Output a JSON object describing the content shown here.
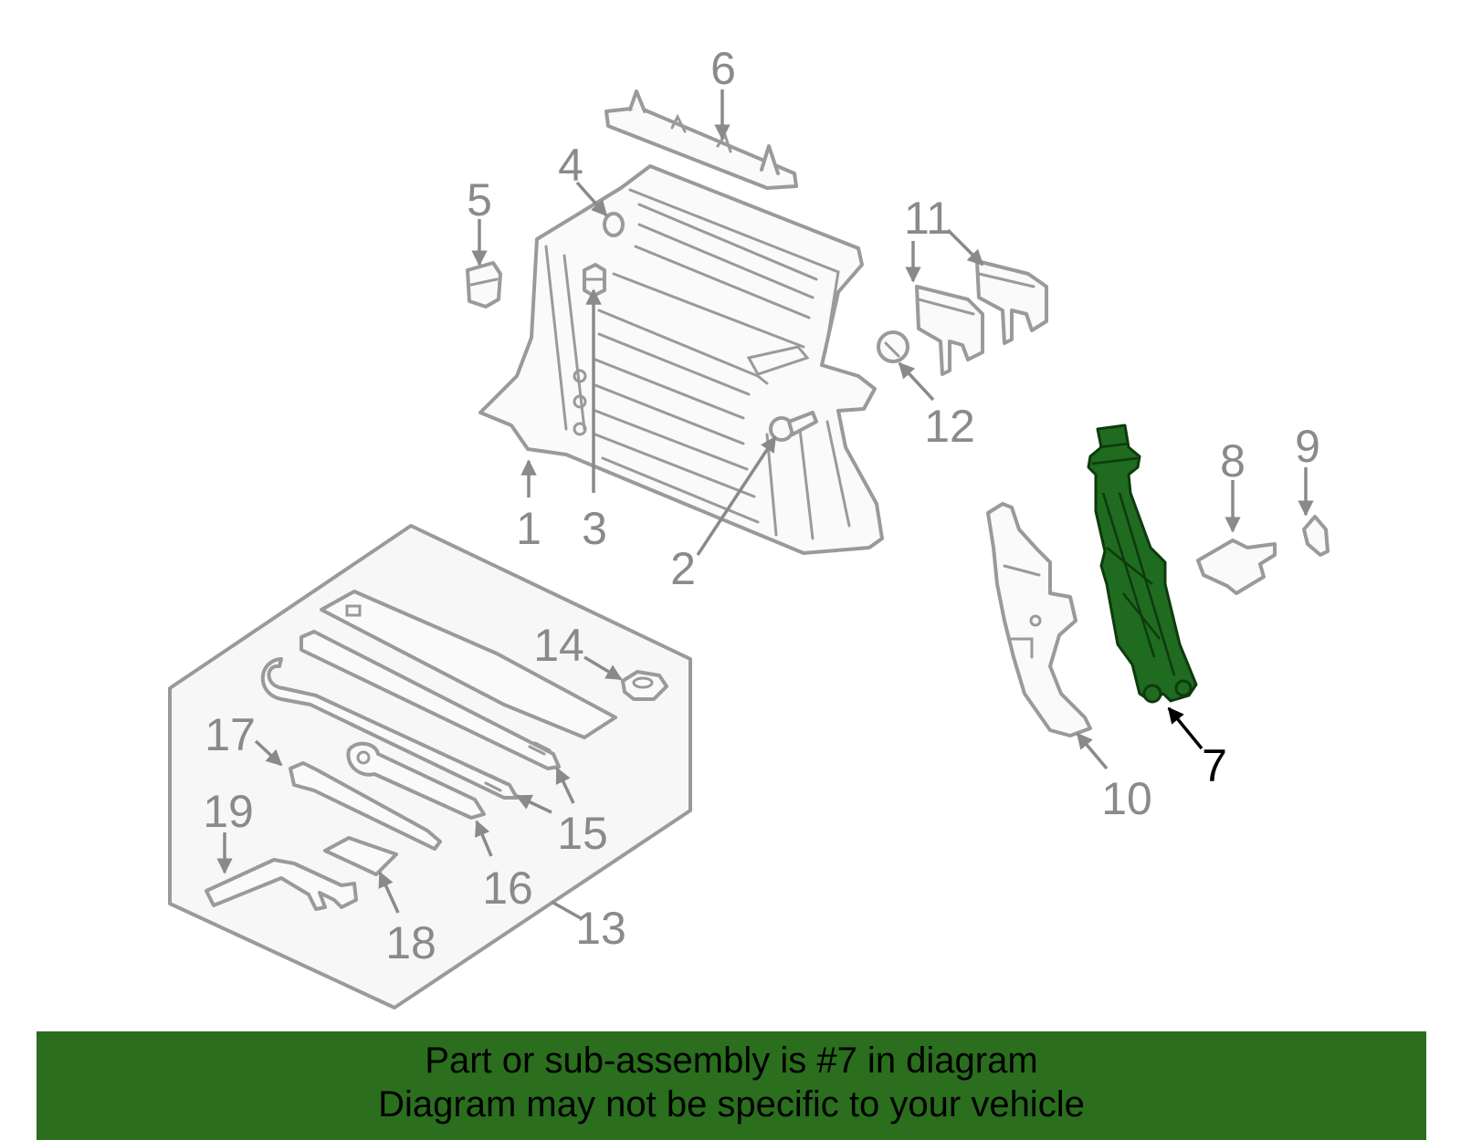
{
  "diagram": {
    "callouts": [
      "1",
      "2",
      "3",
      "4",
      "5",
      "6",
      "7",
      "8",
      "9",
      "10",
      "11",
      "12",
      "13",
      "14",
      "15",
      "16",
      "17",
      "18",
      "19"
    ],
    "highlighted_part": "7",
    "highlight_color": "#1f6b1f"
  },
  "banner": {
    "line1": "Part or sub-assembly is #7 in diagram",
    "line2": "Diagram may not be specific to your vehicle",
    "background_color": "#2a6e1e"
  }
}
